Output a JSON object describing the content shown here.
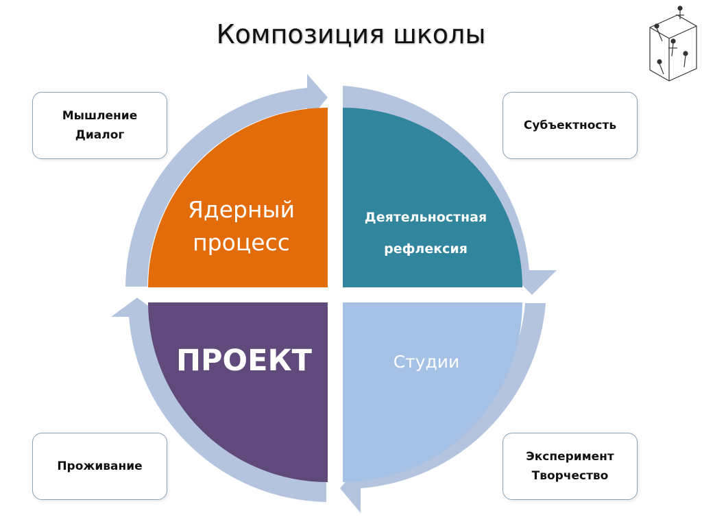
{
  "title": "Композиция школы",
  "corners": {
    "top_left": [
      "Мышление",
      "Диалог"
    ],
    "top_right": [
      "Субъектность"
    ],
    "bottom_left": [
      "Проживание"
    ],
    "bottom_right": [
      "Эксперимент",
      "Творчество"
    ]
  },
  "quadrants": {
    "top_left": {
      "lines": [
        "Ядерный",
        "процесс"
      ],
      "color": "#e36c0a"
    },
    "top_right": {
      "lines": [
        "Деятельностная",
        "рефлексия"
      ],
      "color": "#31859c"
    },
    "bottom_left": {
      "lines": [
        "ПРОЕКТ"
      ],
      "color": "#604a7b"
    },
    "bottom_right": {
      "lines": [
        "Студии"
      ],
      "color": "#a6c1e6"
    }
  },
  "colors": {
    "arrow": "#b4c3de",
    "box_border": "#8aa0b5"
  },
  "logo": {
    "icon": "figures-on-cube-icon"
  }
}
